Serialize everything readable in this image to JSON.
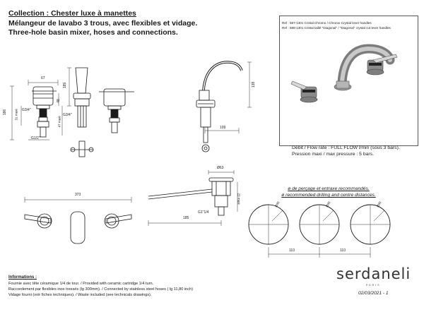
{
  "header": {
    "collection": "Collection : Chester luxe à manettes",
    "title_fr": "Mélangeur de lavabo 3 trous, avec flexibles et vidage.",
    "title_en": "Three-hole basin mixer, hoses and connections."
  },
  "references": {
    "line1": "Ref : 587-1301 Cristal Chromo / Chromo Crystal lever handles",
    "line2": "Ref : 588-1301 Cristal taillé \"Diagonal\" / \"Diagonal\" crystal cut lever handles"
  },
  "performance": {
    "flow": "Débit / Flow rate : FULL FLOW l/min (sous 3 bars).",
    "pressure": "Pression maxi / max pressure : 5 bars."
  },
  "drilling": {
    "line_fr": "ø de perçage et entraxe recommandés.",
    "line_en": "ø recommended drilling and centre distances."
  },
  "dimensions": {
    "d67": "67",
    "d189": "189",
    "d48": "48",
    "d186": "186",
    "d47": "47 maxi",
    "d31": "31 maxi",
    "g34_left": "G3/4\"",
    "g34_mid": "G3/4\"",
    "g12": "G1/2\"",
    "d138": "138",
    "d109": "109",
    "d63": "Ø63",
    "d373": "373",
    "d185": "185",
    "g114": "G1\"1/4",
    "d23": "23 maxi",
    "d110_a": "110",
    "d110_b": "110",
    "d30_a": "Ø30",
    "d30_b": "Ø30",
    "d30_c": "Ø30"
  },
  "info": {
    "title": "Informations :",
    "lines": [
      "Fournie avec tête céramique 1/4 de tour. / Provided with ceramic cartridge 1/4 turn.",
      "Raccordement par flexibles inox tressés (lg 300mm). / Connected by stainless steel hoses ( lg 11,80 inch)",
      "Vidage fourni (voir fiches techniques). / Waste included (see technicals drawings)."
    ]
  },
  "brand": {
    "name": "serdaneli",
    "city": "PARIS",
    "date": "02/03/2021 - 1"
  },
  "colors": {
    "line": "#1a1a1a",
    "dim": "#333333",
    "text": "#1a1a1a",
    "frame": "#555555"
  }
}
